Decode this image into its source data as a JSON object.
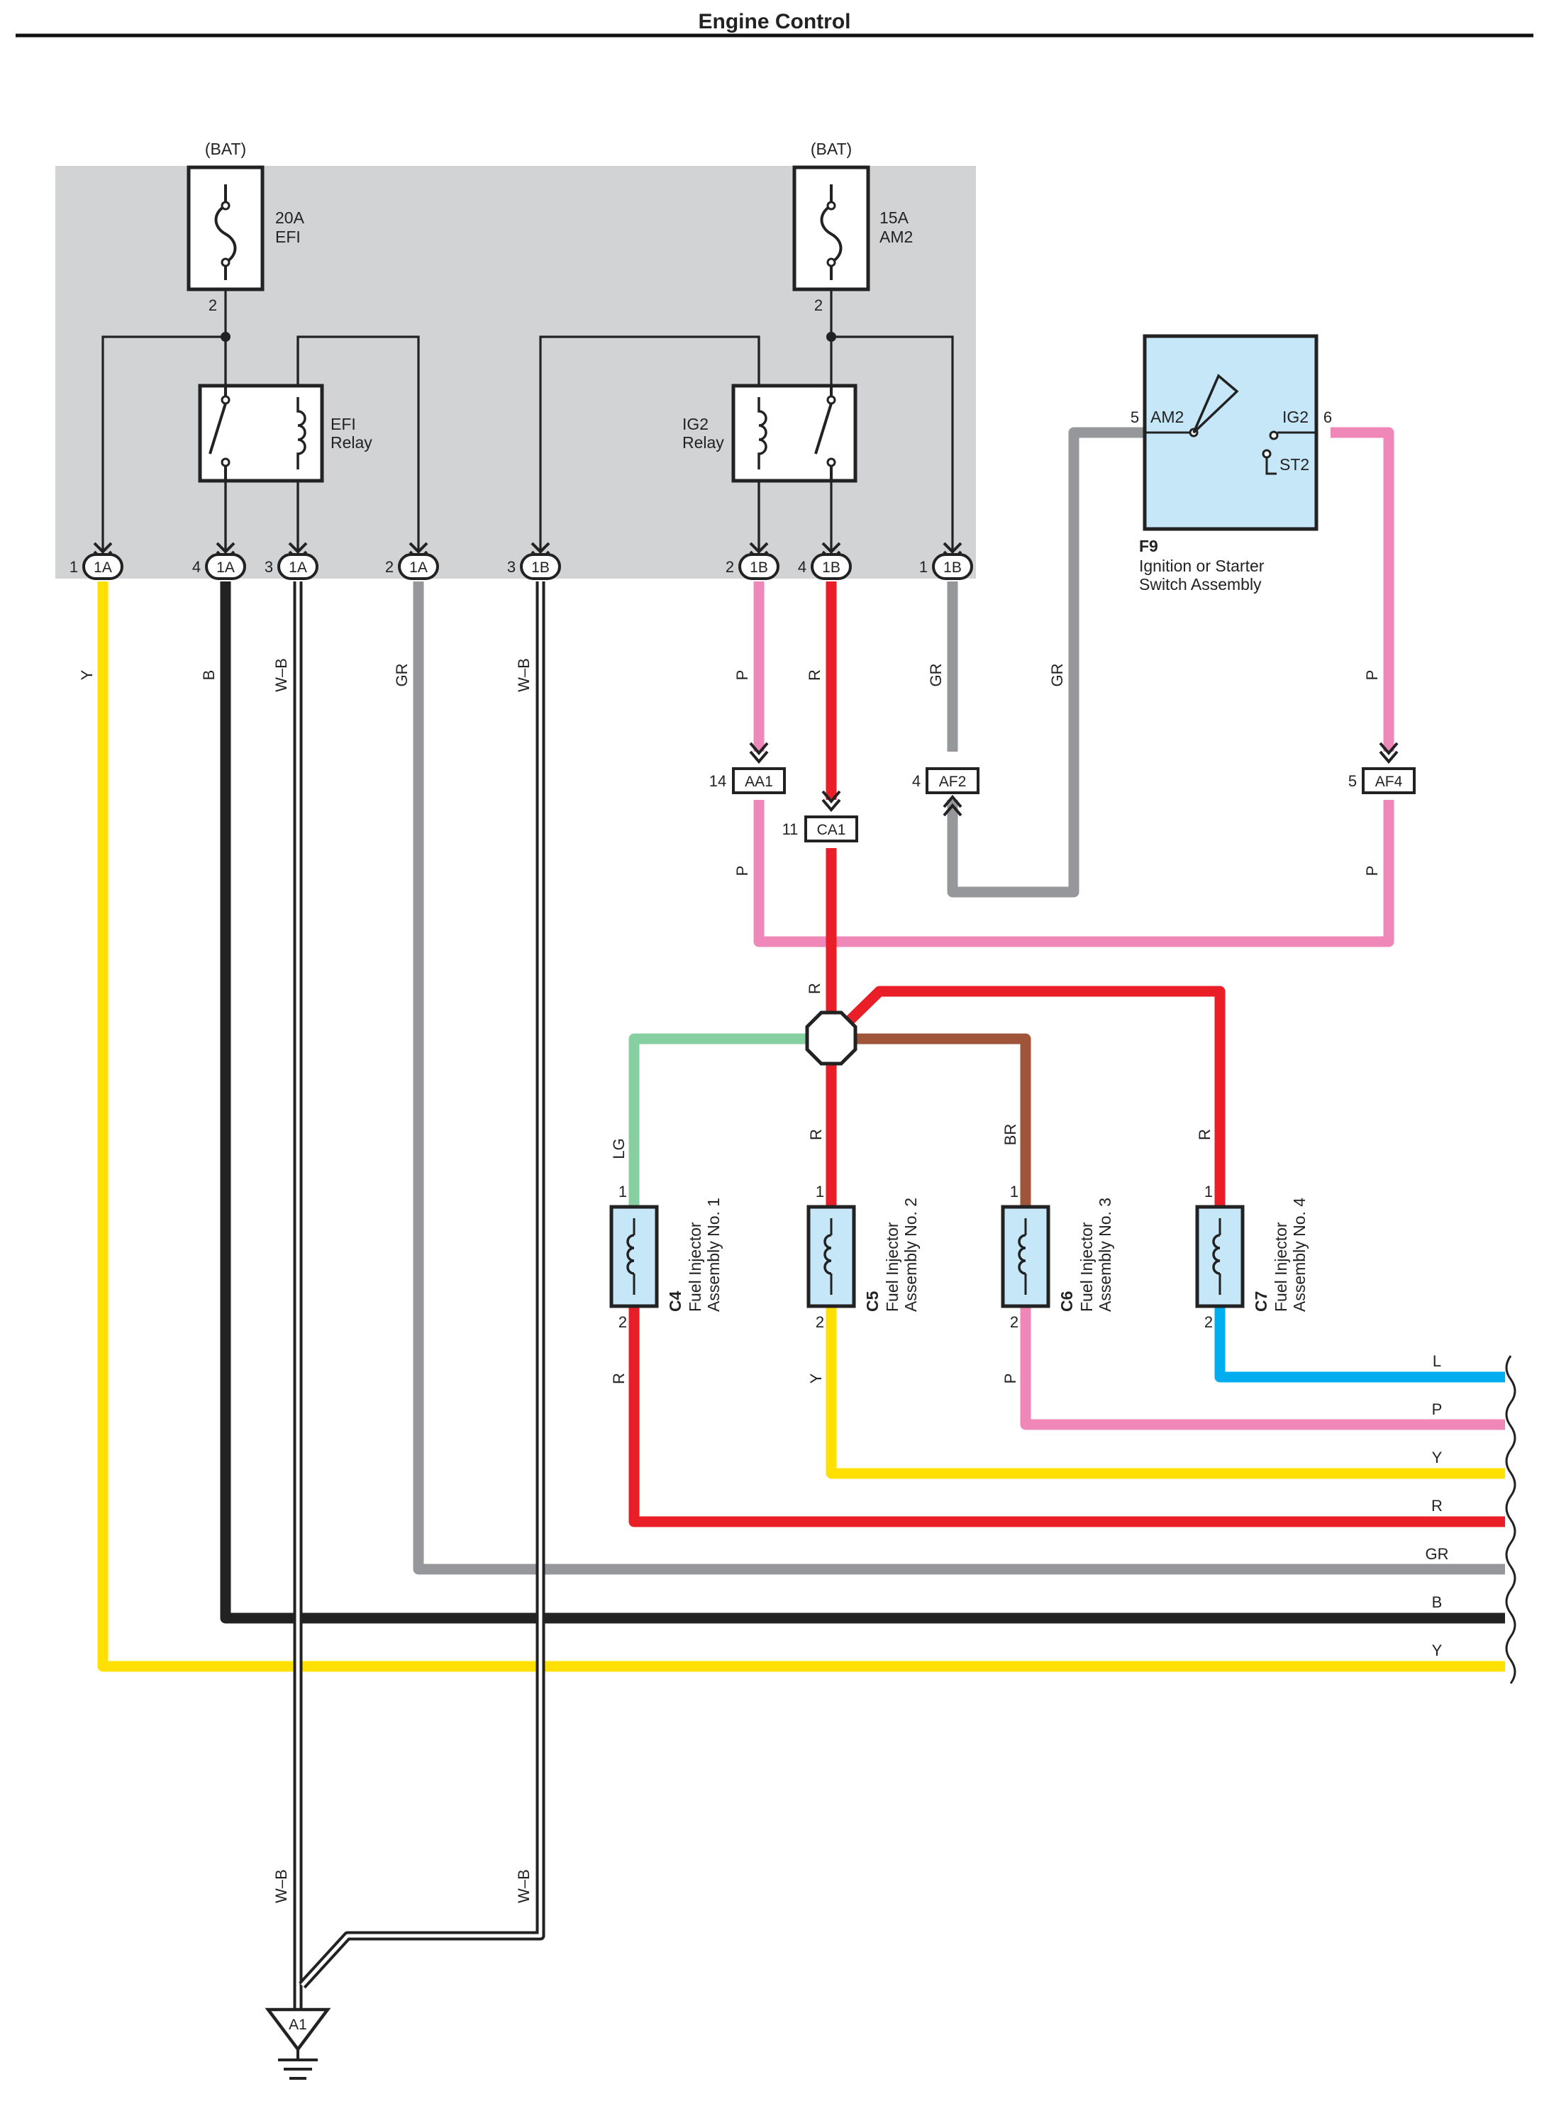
{
  "title": "Engine Control",
  "colors": {
    "Y": "#ffe000",
    "B": "#222222",
    "GR": "#95979a",
    "P": "#ef88b8",
    "R": "#e91e27",
    "LG": "#85cfa0",
    "BR": "#a0553a",
    "L": "#00aeef",
    "junction_block": "#d2d3d5",
    "component_fill": "#c6e7f8"
  },
  "fuses": [
    {
      "id": "fuse-efi",
      "source": "(BAT)",
      "rating": "20A",
      "name": "EFI",
      "pin": "2"
    },
    {
      "id": "fuse-am2",
      "source": "(BAT)",
      "rating": "15A",
      "name": "AM2",
      "pin": "2"
    }
  ],
  "relays": [
    {
      "id": "efi-relay",
      "line1": "EFI",
      "line2": "Relay"
    },
    {
      "id": "ig2-relay",
      "line1": "IG2",
      "line2": "Relay"
    }
  ],
  "junction_connectors": [
    {
      "pin": "1",
      "code": "1A"
    },
    {
      "pin": "4",
      "code": "1A"
    },
    {
      "pin": "3",
      "code": "1A"
    },
    {
      "pin": "2",
      "code": "1A"
    },
    {
      "pin": "3",
      "code": "1B"
    },
    {
      "pin": "2",
      "code": "1B"
    },
    {
      "pin": "4",
      "code": "1B"
    },
    {
      "pin": "1",
      "code": "1B"
    }
  ],
  "inline_connectors": [
    {
      "pin": "14",
      "code": "AA1"
    },
    {
      "pin": "11",
      "code": "CA1"
    },
    {
      "pin": "4",
      "code": "AF2"
    },
    {
      "pin": "5",
      "code": "AF4"
    }
  ],
  "switch": {
    "code": "F9",
    "name_line1": "Ignition or Starter",
    "name_line2": "Switch Assembly",
    "term_am2": "AM2",
    "term_ig2": "IG2",
    "term_st2": "ST2",
    "pin_am2": "5",
    "pin_ig2": "6"
  },
  "injectors": [
    {
      "code": "C4",
      "line1": "Fuel Injector",
      "line2": "Assembly No. 1",
      "pin_top": "1",
      "pin_bottom": "2",
      "wire_in": "LG",
      "wire_out": "R"
    },
    {
      "code": "C5",
      "line1": "Fuel Injector",
      "line2": "Assembly No. 2",
      "pin_top": "1",
      "pin_bottom": "2",
      "wire_in": "R",
      "wire_out": "Y"
    },
    {
      "code": "C6",
      "line1": "Fuel Injector",
      "line2": "Assembly No. 3",
      "pin_top": "1",
      "pin_bottom": "2",
      "wire_in": "BR",
      "wire_out": "P"
    },
    {
      "code": "C7",
      "line1": "Fuel Injector",
      "line2": "Assembly No. 4",
      "pin_top": "1",
      "pin_bottom": "2",
      "wire_in": "R",
      "wire_out": "L"
    }
  ],
  "wire_labels": {
    "y_left": "Y",
    "b_left": "B",
    "wb_1": "W–B",
    "gr_left": "GR",
    "wb_2": "W–B",
    "p_upper": "P",
    "r_upper": "R",
    "gr_af2": "GR",
    "gr_switch": "GR",
    "p_right_upper": "P",
    "p_lower": "P",
    "p_right_lower": "P",
    "r_mid": "R",
    "wb_1_low": "W–B",
    "wb_2_low": "W–B"
  },
  "bus_labels": [
    "L",
    "P",
    "Y",
    "R",
    "GR",
    "B",
    "Y"
  ],
  "ground": {
    "code": "A1"
  }
}
